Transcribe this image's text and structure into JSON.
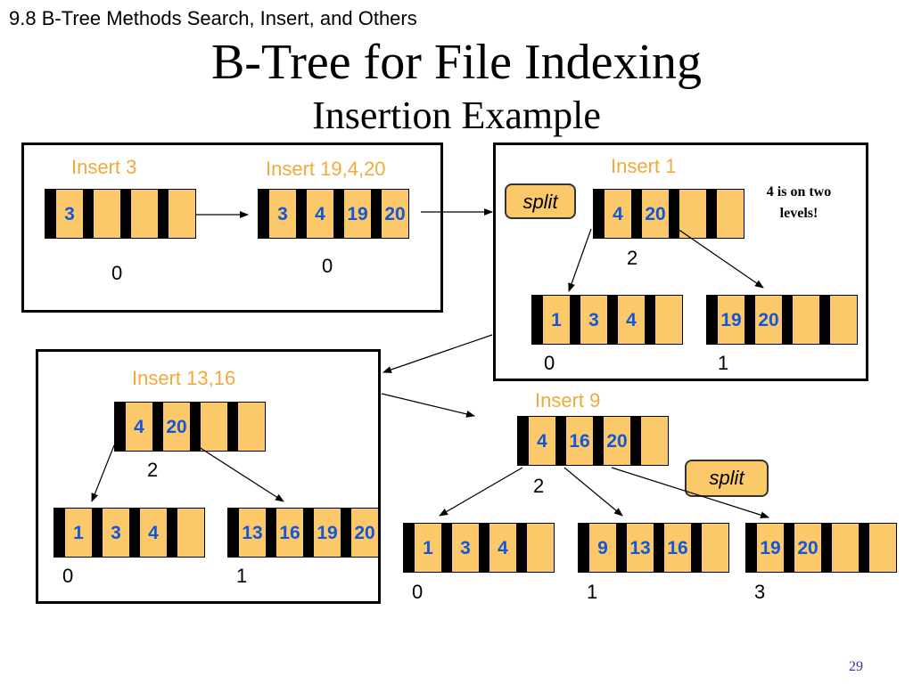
{
  "header": {
    "section": "9.8 B-Tree Methods Search, Insert, and Others",
    "title": "B-Tree for File Indexing",
    "subtitle": "Insertion Example",
    "page": "29"
  },
  "colors": {
    "node_fill": "#fbc969",
    "key_text": "#1357d6",
    "op_label": "#f2a93b",
    "pointer": "#000000"
  },
  "panel1": {
    "insert_a": "Insert 3",
    "insert_b": "Insert 19,4,20",
    "node_a": {
      "keys": [
        "3",
        "",
        "",
        ""
      ],
      "level": "0"
    },
    "node_b": {
      "keys": [
        "3",
        "4",
        "19",
        "20"
      ],
      "level": "0"
    }
  },
  "panel2": {
    "insert": "Insert 1",
    "split": "split",
    "note": "4 is on two levels!",
    "root": {
      "keys": [
        "4",
        "20",
        "",
        ""
      ],
      "level": "2"
    },
    "left": {
      "keys": [
        "1",
        "3",
        "4",
        ""
      ],
      "level": "0"
    },
    "right": {
      "keys": [
        "19",
        "20",
        "",
        ""
      ],
      "level": "1"
    }
  },
  "panel3": {
    "insert": "Insert  13,16",
    "root": {
      "keys": [
        "4",
        "20",
        "",
        ""
      ],
      "level": "2"
    },
    "left": {
      "keys": [
        "1",
        "3",
        "4",
        ""
      ],
      "level": "0"
    },
    "right": {
      "keys": [
        "13",
        "16",
        "19",
        "20"
      ],
      "level": "1"
    }
  },
  "panel4": {
    "insert": "Insert  9",
    "split": "split",
    "root": {
      "keys": [
        "4",
        "16",
        "20",
        ""
      ],
      "level": "2"
    },
    "left": {
      "keys": [
        "1",
        "3",
        "4",
        ""
      ],
      "level": "0"
    },
    "middle": {
      "keys": [
        "9",
        "13",
        "16",
        ""
      ],
      "level": "1"
    },
    "right": {
      "keys": [
        "19",
        "20",
        "",
        ""
      ],
      "level": "3"
    }
  }
}
